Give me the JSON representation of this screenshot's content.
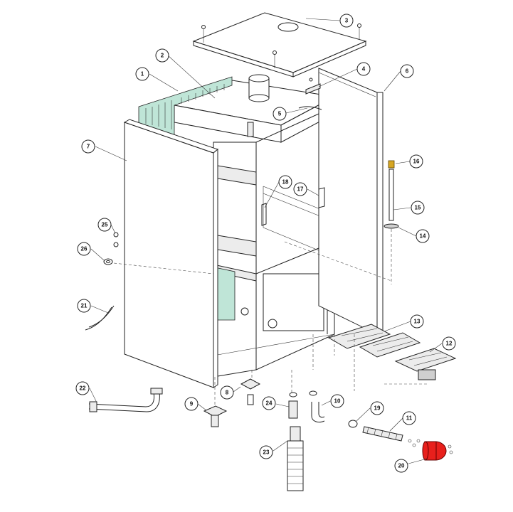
{
  "diagram": {
    "callouts": [
      {
        "id": "c1",
        "text": "1"
      },
      {
        "id": "c2",
        "text": "2"
      },
      {
        "id": "c3",
        "text": "3"
      },
      {
        "id": "c4",
        "text": "4"
      },
      {
        "id": "c5",
        "text": "5"
      },
      {
        "id": "c6",
        "text": "6"
      },
      {
        "id": "c7",
        "text": "7"
      },
      {
        "id": "c8",
        "text": "8"
      },
      {
        "id": "c9",
        "text": "9"
      },
      {
        "id": "c10",
        "text": "10"
      },
      {
        "id": "c11",
        "text": "11"
      },
      {
        "id": "c12",
        "text": "12"
      },
      {
        "id": "c13",
        "text": "13"
      },
      {
        "id": "c14",
        "text": "14"
      },
      {
        "id": "c15",
        "text": "15"
      },
      {
        "id": "c16",
        "text": "16"
      },
      {
        "id": "c17",
        "text": "17"
      },
      {
        "id": "c18",
        "text": "18"
      },
      {
        "id": "c19",
        "text": "19"
      },
      {
        "id": "c20",
        "text": "20"
      },
      {
        "id": "c21",
        "text": "21"
      },
      {
        "id": "c22",
        "text": "22"
      },
      {
        "id": "c23",
        "text": "23"
      },
      {
        "id": "c24",
        "text": "24"
      },
      {
        "id": "c25",
        "text": "25"
      },
      {
        "id": "c26",
        "text": "26"
      }
    ],
    "colors": {
      "line": "#222222",
      "highlight_green": "#bfe5d7",
      "highlight_red": "#e8201c",
      "highlight_gold": "#d6a623"
    }
  }
}
